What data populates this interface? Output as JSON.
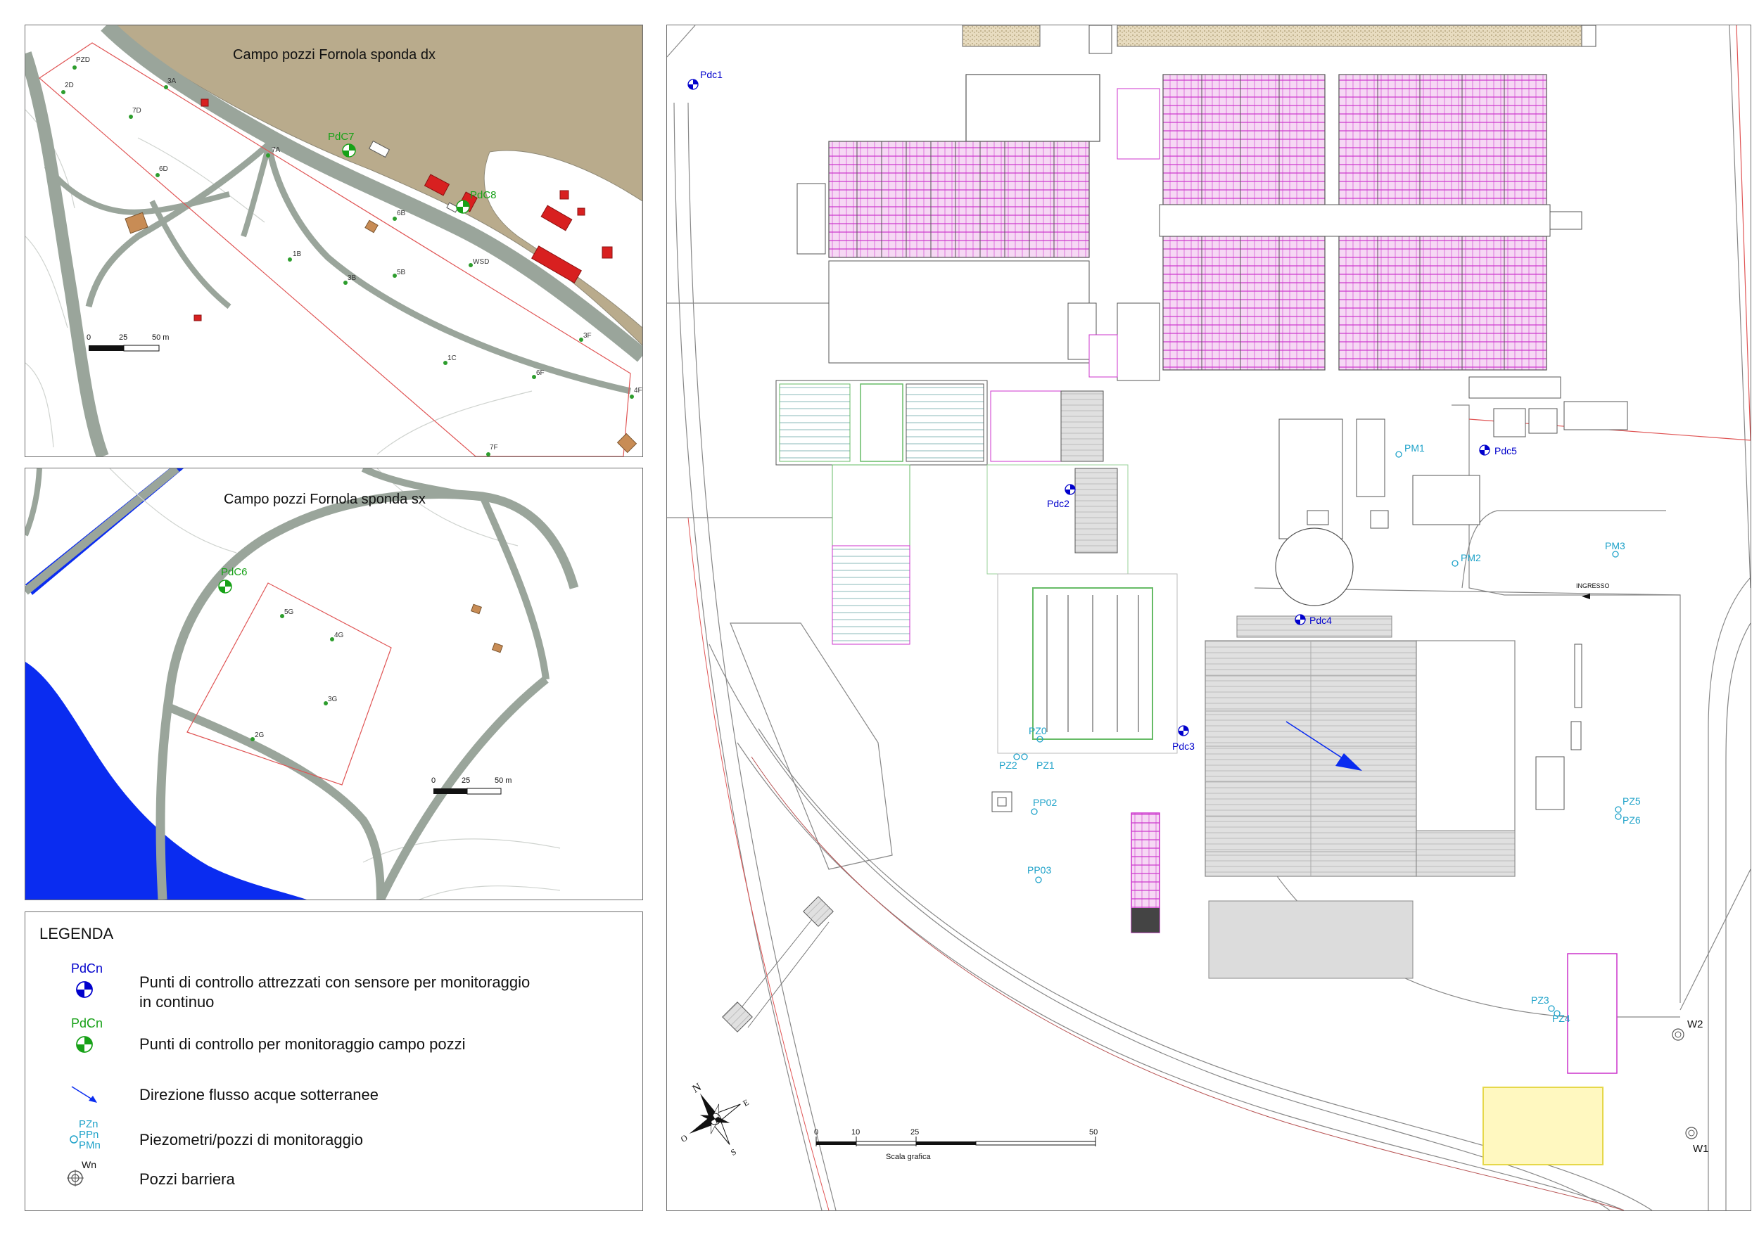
{
  "panels": {
    "dx": {
      "title": "Campo pozzi Fornola sponda dx",
      "scale": {
        "t0": "0",
        "t1": "25",
        "t2": "50 m"
      },
      "wells": [
        "PZD",
        "2D",
        "3A",
        "7D",
        "7A",
        "6D",
        "6B",
        "1B",
        "3B",
        "5B",
        "WSD",
        "3F",
        "1C",
        "6F",
        "4F",
        "7F"
      ],
      "controls": {
        "a": "PdC7",
        "b": "PdC8"
      }
    },
    "sx": {
      "title": "Campo pozzi Fornola sponda sx",
      "scale": {
        "t0": "0",
        "t1": "25",
        "t2": "50 m"
      },
      "wells": [
        "5G",
        "4G",
        "3G",
        "2G"
      ],
      "controls": {
        "a": "PdC6"
      }
    },
    "site": {
      "pdc": [
        "Pdc1",
        "Pdc2",
        "Pdc3",
        "Pdc4",
        "Pdc5"
      ],
      "pm": [
        "PM1",
        "PM2",
        "PM3"
      ],
      "pz": [
        "PZ1",
        "PZ2",
        "PZ3",
        "PZ4",
        "PZ5",
        "PZ6",
        "PZ0"
      ],
      "pp": [
        "PP02",
        "PP03"
      ],
      "w": [
        "W1",
        "W2"
      ],
      "ingresso": "INGRESSO",
      "scale": {
        "t0": "0",
        "t1": "10",
        "t2": "25",
        "t3": "50",
        "caption": "Scala grafica"
      },
      "compass": {
        "n": "N",
        "e": "E",
        "s": "S",
        "o": "O"
      }
    }
  },
  "legend": {
    "title": "LEGENDA",
    "items": [
      {
        "code": "PdCn",
        "text": "Punti di controllo attrezzati con  sensore per monitoraggio in continuo"
      },
      {
        "code": "PdCn",
        "text": "Punti di controllo per monitoraggio campo pozzi"
      },
      {
        "code": "",
        "text": "Direzione flusso acque sotterranee"
      },
      {
        "code": "PZn\nPPn\nPMn",
        "code1": "PZn",
        "code2": "PPn",
        "code3": "PMn",
        "text": "Piezometri/pozzi di monitoraggio"
      },
      {
        "code": "Wn",
        "text": "Pozzi barriera"
      }
    ]
  },
  "colors": {
    "road": "#9aa59b",
    "river_band": "#b9ab8c",
    "building": "#d82020",
    "hut": "#c88c55",
    "water": "#0a2cf0",
    "boundary": "#e05555",
    "pdc_blue": "#0000cc",
    "pdc_green": "#17a117",
    "piezometer": "#1ea2c9",
    "plant_magenta": "#cc33cc",
    "green_frame": "#66bb66",
    "yellow": "#e6d84a"
  }
}
